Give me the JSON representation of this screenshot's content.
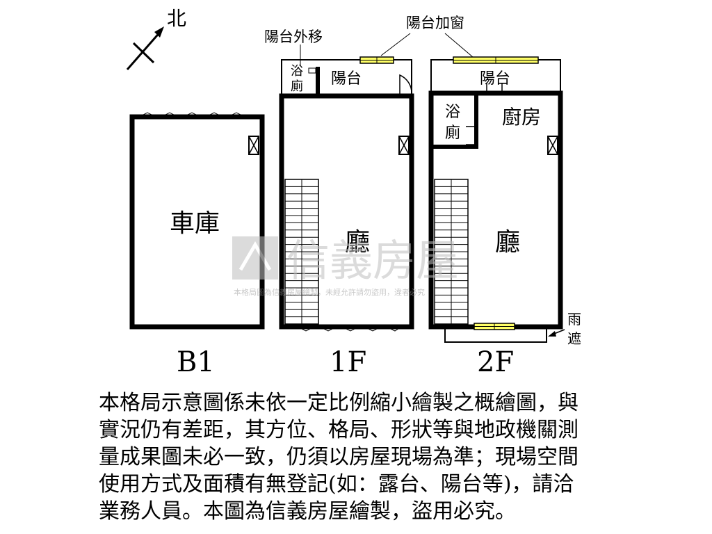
{
  "compass": {
    "label": "北"
  },
  "floors": [
    {
      "id": "b1",
      "caption": "B1",
      "rooms": [
        "車庫"
      ]
    },
    {
      "id": "1f",
      "caption": "1F",
      "rooms": [
        "陽台",
        "浴",
        "廁",
        "廳"
      ]
    },
    {
      "id": "2f",
      "caption": "2F",
      "rooms": [
        "陽台",
        "浴",
        "廁",
        "廚房",
        "廳"
      ]
    }
  ],
  "notes": {
    "balcony_moved": "陽台外移",
    "balcony_window": "陽台加窗",
    "canopy": [
      "雨",
      "遮"
    ]
  },
  "watermark": {
    "brand": "信義房屋",
    "notice": "本格局圖為信義房屋繪製，未經允許請勿盜用，違者必究"
  },
  "disclaimer": {
    "lines": [
      "本格局示意圖係未依一定比例縮小繪製之概繪圖，與",
      "實況仍有差距，其方位、格局、形狀等與地政機關測",
      "量成果圖未必一致，仍須以房屋現場為準；現場空間",
      "使用方式及面積有無登記(如：露台、陽台等)，請洽",
      "業務人員。本圖為信義房屋繪製，盜用必究。"
    ]
  },
  "colors": {
    "wall": "#000000",
    "window_fill": "#ffff66",
    "watermark": "#bfbfbf"
  }
}
